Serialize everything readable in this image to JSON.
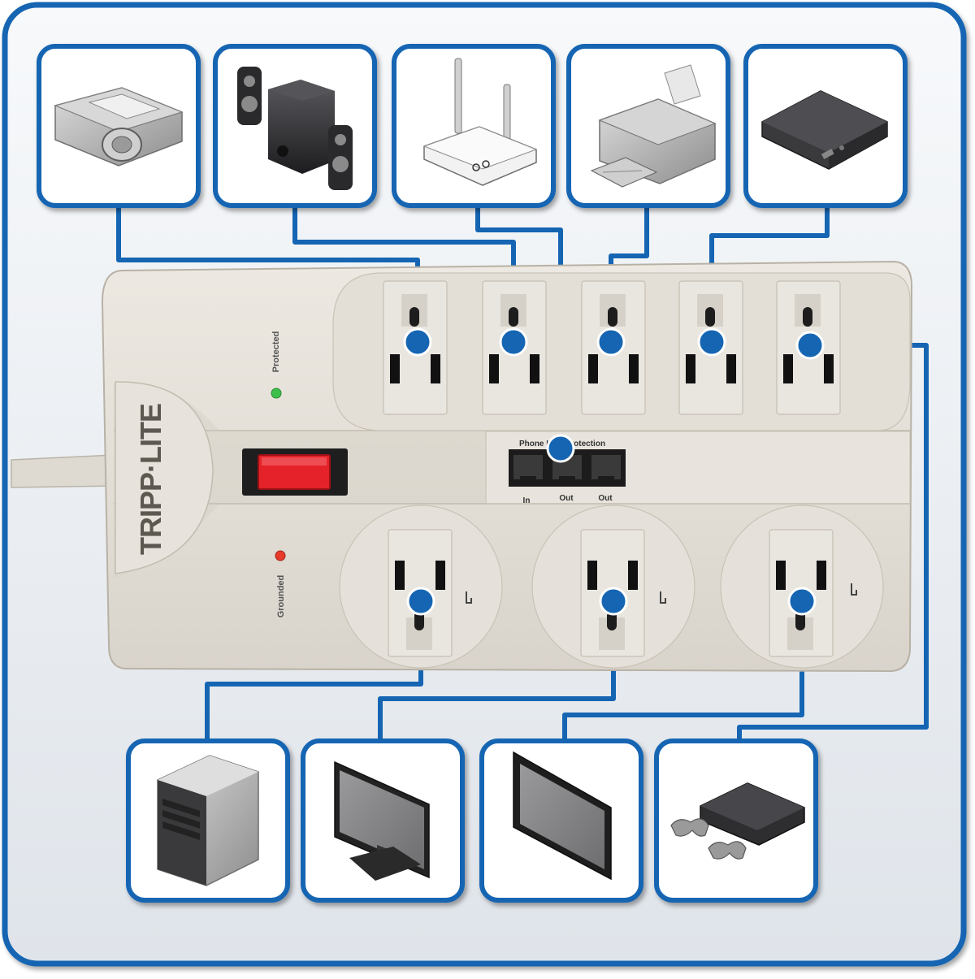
{
  "brand": {
    "logo_text": "TRIPP·LITE"
  },
  "strip": {
    "protected_label": "Protected",
    "grounded_label": "Grounded",
    "phone_protection_label": "Phone Line Protection",
    "jack_labels": [
      "In",
      "Out",
      "Out"
    ]
  },
  "devices_top": [
    {
      "name": "projector",
      "icon": "projector-icon"
    },
    {
      "name": "speakers",
      "icon": "speakers-icon"
    },
    {
      "name": "router",
      "icon": "router-icon"
    },
    {
      "name": "printer",
      "icon": "printer-icon"
    },
    {
      "name": "dvd-player",
      "icon": "dvd-player-icon"
    }
  ],
  "devices_bottom": [
    {
      "name": "desktop-tower",
      "icon": "desktop-tower-icon"
    },
    {
      "name": "monitor",
      "icon": "monitor-icon"
    },
    {
      "name": "tablet",
      "icon": "tablet-icon"
    },
    {
      "name": "game-console",
      "icon": "game-console-icon"
    }
  ],
  "colors": {
    "accent": "#1565b3",
    "background": "#e9edf2",
    "strip": "#e6e2db",
    "switch": "#e52229",
    "led_protected": "#3cc04a",
    "led_grounded": "#e83a2a"
  }
}
